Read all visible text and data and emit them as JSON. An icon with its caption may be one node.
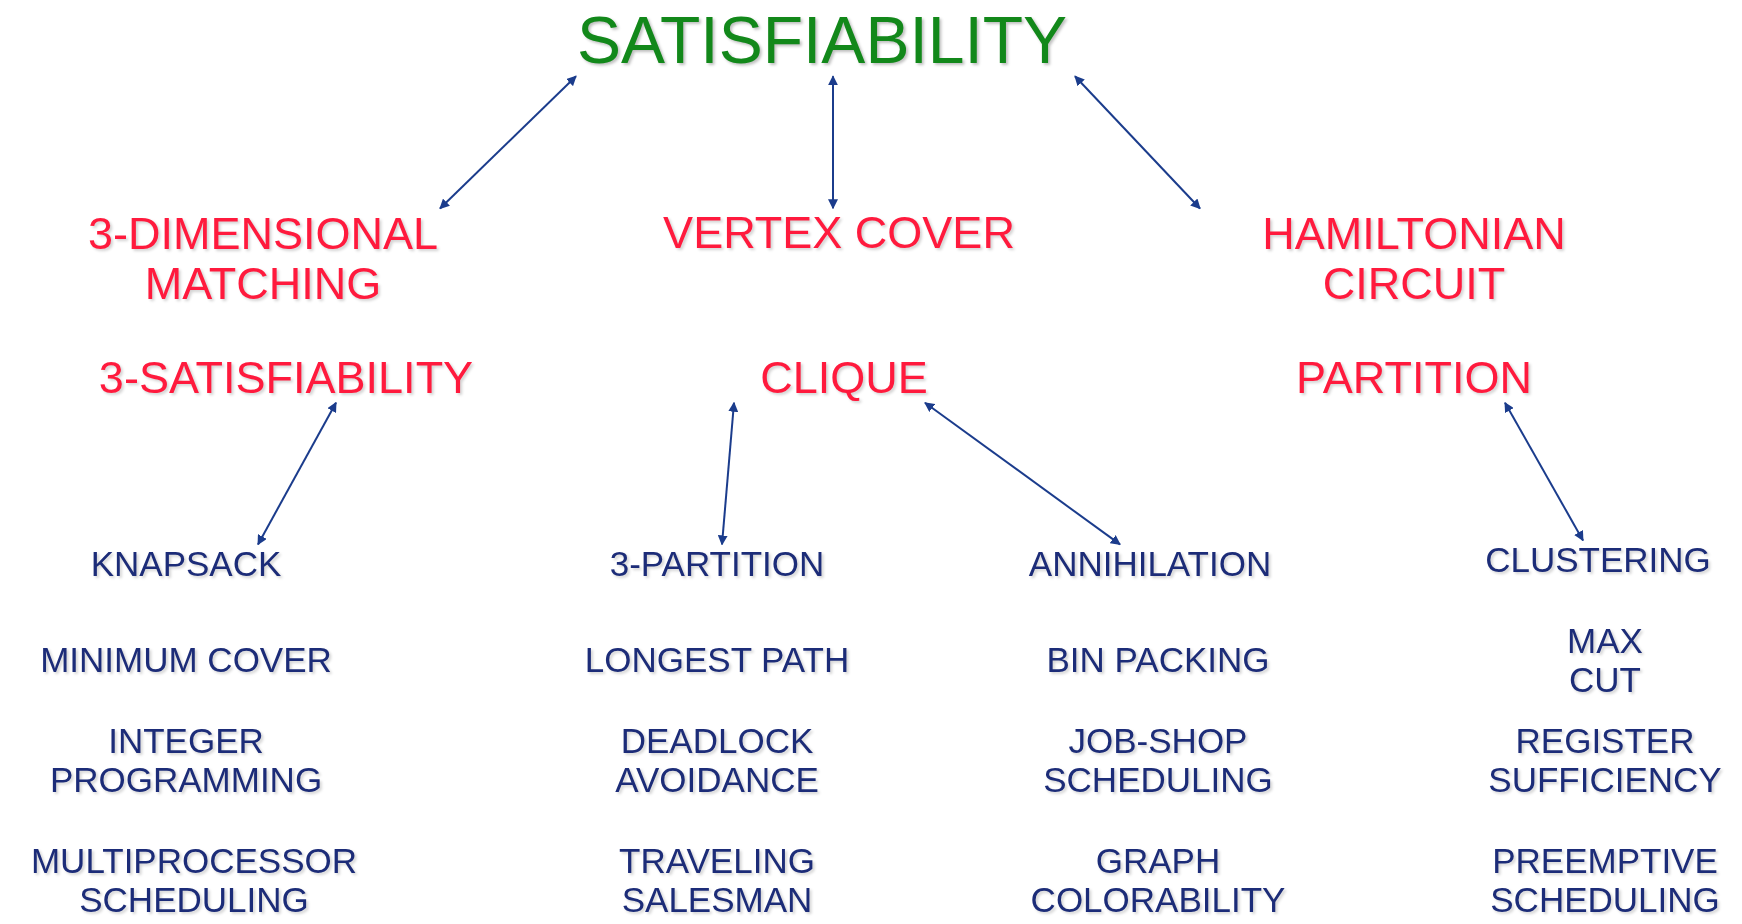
{
  "diagram": {
    "nodes": [
      {
        "text": [
          "SATISFIABILITY"
        ]
      },
      {
        "text": [
          "3-DIMENSIONAL MATCHING"
        ]
      },
      {
        "text": [
          "VERTEX COVER"
        ]
      },
      {
        "text": [
          "HAMILTONIAN CIRCUIT"
        ]
      },
      {
        "text": [
          "3-SATISFIABILITY"
        ]
      },
      {
        "text": [
          "CLIQUE"
        ]
      },
      {
        "text": [
          "PARTITION"
        ]
      },
      {
        "text": [
          "KNAPSACK"
        ]
      },
      {
        "text": [
          "3-PARTITION"
        ]
      },
      {
        "text": [
          "ANNIHILATION"
        ]
      },
      {
        "text": [
          "CLUSTERING"
        ]
      },
      {
        "text": [
          "MINIMUM COVER"
        ]
      },
      {
        "text": [
          "LONGEST PATH"
        ]
      },
      {
        "text": [
          "BIN PACKING"
        ]
      },
      {
        "text": [
          "MAX CUT"
        ]
      },
      {
        "text": [
          "INTEGER PROGRAMMING"
        ]
      },
      {
        "text": [
          "DEADLOCK AVOIDANCE"
        ]
      },
      {
        "text": [
          "JOB-SHOP SCHEDULING"
        ]
      },
      {
        "text": [
          "REGISTER SUFFICIENCY"
        ]
      },
      {
        "text": [
          "MULTIPROCESSOR SCHEDULING"
        ]
      },
      {
        "text": [
          "TRAVELING SALESMAN"
        ]
      },
      {
        "text": [
          "GRAPH COLORABILITY"
        ]
      },
      {
        "text": [
          "PREEMPTIVE SCHEDULING"
        ]
      }
    ],
    "edges": [
      {
        "from": 0,
        "to": 1,
        "arrow": "both"
      },
      {
        "from": 0,
        "to": 2,
        "arrow": "both"
      },
      {
        "from": 0,
        "to": 3,
        "arrow": "both"
      },
      {
        "from": 4,
        "to": 7,
        "arrow": "both"
      },
      {
        "from": 5,
        "to": 8,
        "arrow": "both"
      },
      {
        "from": 5,
        "to": 9,
        "arrow": "both"
      },
      {
        "from": 6,
        "to": 10,
        "arrow": "both"
      }
    ]
  }
}
